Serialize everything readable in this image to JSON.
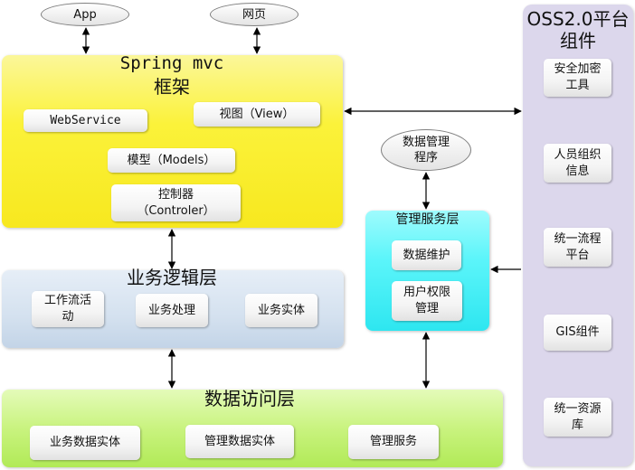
{
  "top_nodes": {
    "app": "App",
    "web": "网页",
    "data_mgmt_program": "数据管理\n程序"
  },
  "spring": {
    "title_line1": "Spring mvc",
    "title_line2": "框架",
    "webservice": "WebService",
    "view": "视图（View）",
    "model": "模型（Models）",
    "controller_line1": "控制器",
    "controller_line2": "（Controler）"
  },
  "business": {
    "title": "业务逻辑层",
    "workflow": "工作流活\n动",
    "processing": "业务处理",
    "entity": "业务实体"
  },
  "data_access": {
    "title": "数据访问层",
    "business_data_entity": "业务数据实体",
    "mgmt_data_entity": "管理数据实体",
    "mgmt_service": "管理服务"
  },
  "mgmt_service_layer": {
    "title": "管理服务层",
    "data_maintenance": "数据维护",
    "user_permission": "用户权限\n管理"
  },
  "oss": {
    "title": "OSS2.0平台\n组件",
    "items": [
      "安全加密\n工具",
      "人员组织\n信息",
      "统一流程\n平台",
      "GIS组件",
      "统一资源\n库"
    ]
  },
  "colors": {
    "spring": "#fbf23a",
    "business": "#d4e1ef",
    "data_access": "#c9f37f",
    "mgmt": "#5cf5fa",
    "oss": "#dcd7ec"
  }
}
